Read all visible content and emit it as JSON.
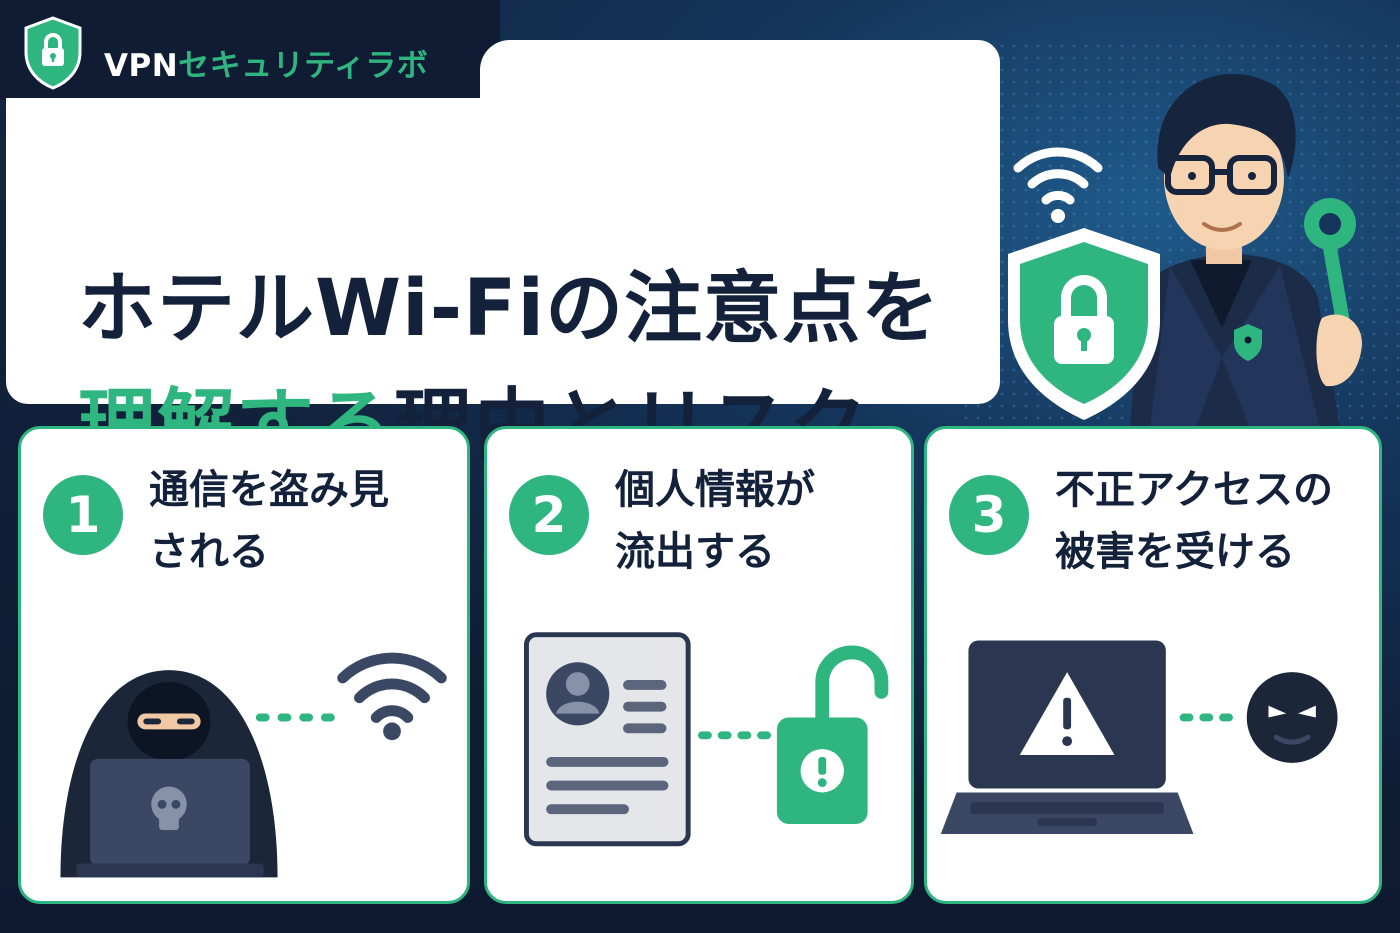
{
  "brand": {
    "prefix": "VPN",
    "suffix": "セキュリティラボ",
    "icon": "shield-lock-icon",
    "accent_color": "#2fb57f"
  },
  "headline": {
    "line1": "ホテルWi-Fiの注意点を",
    "line2_green": "理解する",
    "line2_dark": "理由とリスク"
  },
  "cards": [
    {
      "number": "1",
      "line1": "通信を盗み見",
      "line2": "される",
      "icons": [
        "hooded-hacker-icon",
        "skull-laptop-icon",
        "wifi-icon"
      ]
    },
    {
      "number": "2",
      "line1": "個人情報が",
      "line2": "流出する",
      "icons": [
        "profile-document-icon",
        "unlocked-padlock-icon"
      ]
    },
    {
      "number": "3",
      "line1": "不正アクセスの",
      "line2": "被害を受ける",
      "icons": [
        "warning-laptop-icon",
        "intruder-face-icon"
      ]
    }
  ],
  "colors": {
    "navy": "#14213a",
    "green": "#2fb57f",
    "background": "#0f1c33"
  }
}
